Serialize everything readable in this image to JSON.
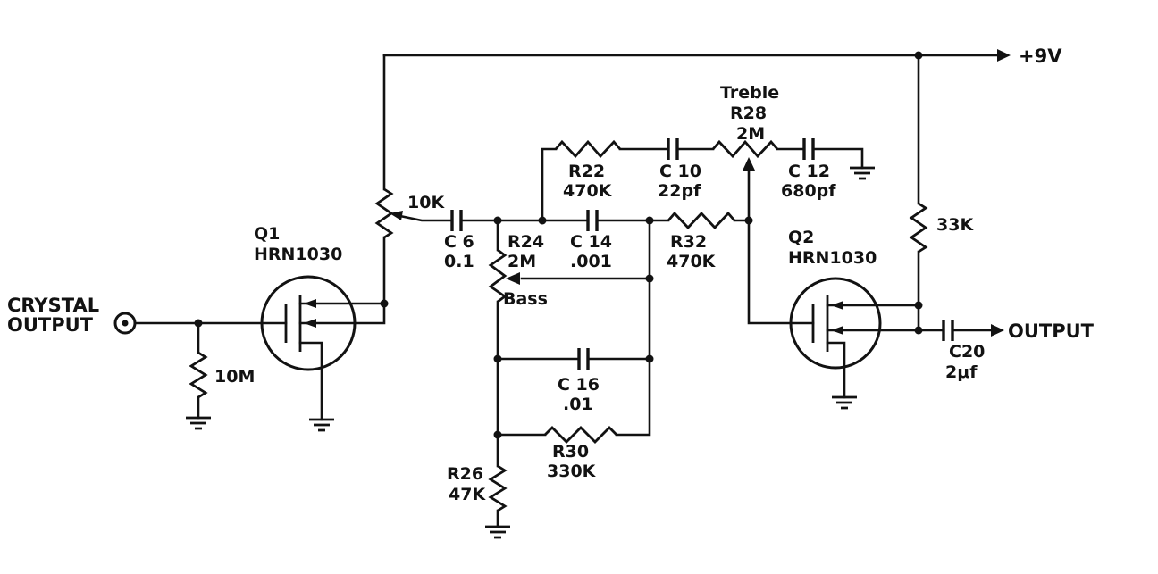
{
  "supply_label": "+9V",
  "io": {
    "input_label_line1": "CRYSTAL",
    "input_label_line2": "OUTPUT",
    "output_label": "OUTPUT"
  },
  "transistors": {
    "q1": {
      "name": "Q1",
      "part": "HRN1030"
    },
    "q2": {
      "name": "Q2",
      "part": "HRN1030"
    }
  },
  "resistors": {
    "input": "10M",
    "volume": "10K",
    "drain2": "33K",
    "r22": {
      "name": "R22",
      "value": "470K"
    },
    "r24": {
      "name": "R24",
      "value": "2M",
      "control": "Bass"
    },
    "r26": {
      "name": "R26",
      "value": "47K"
    },
    "r28": {
      "name": "R28",
      "value": "2M",
      "control": "Treble"
    },
    "r30": {
      "name": "R30",
      "value": "330K"
    },
    "r32": {
      "name": "R32",
      "value": "470K"
    }
  },
  "capacitors": {
    "c6": {
      "name": "C 6",
      "value": "0.1"
    },
    "c10": {
      "name": "C 10",
      "value": "22pf"
    },
    "c12": {
      "name": "C 12",
      "value": "680pf"
    },
    "c14": {
      "name": "C 14",
      "value": ".001"
    },
    "c16": {
      "name": "C 16",
      "value": ".01"
    },
    "c20": {
      "name": "C20",
      "value": "2μf"
    }
  }
}
